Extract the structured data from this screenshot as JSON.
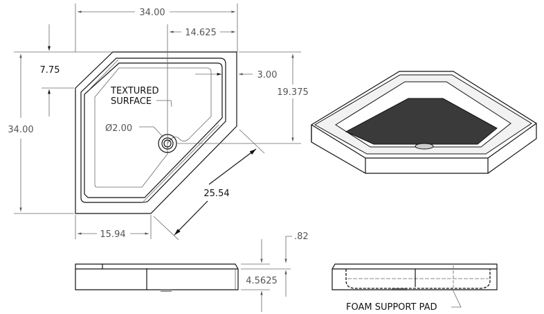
{
  "top_view": {
    "overall_width": "34.00",
    "overall_depth": "34.00",
    "drain_offset": "14.625",
    "chamfer_depth": "7.75",
    "rim_width": "3.00",
    "drain_to_front": "19.375",
    "diagonal_length": "25.54",
    "front_width": "15.94",
    "drain_diameter": "2.00",
    "diameter_symbol": "Ø",
    "surface_note_line1": "TEXTURED",
    "surface_note_line2": "SURFACE"
  },
  "side_view": {
    "height": "4.5625",
    "rim_height": ".82",
    "foam_note": "FOAM SUPPORT PAD"
  },
  "colors": {
    "floor": "#3a3a3a",
    "line": "#111111",
    "dimension": "#666666"
  }
}
